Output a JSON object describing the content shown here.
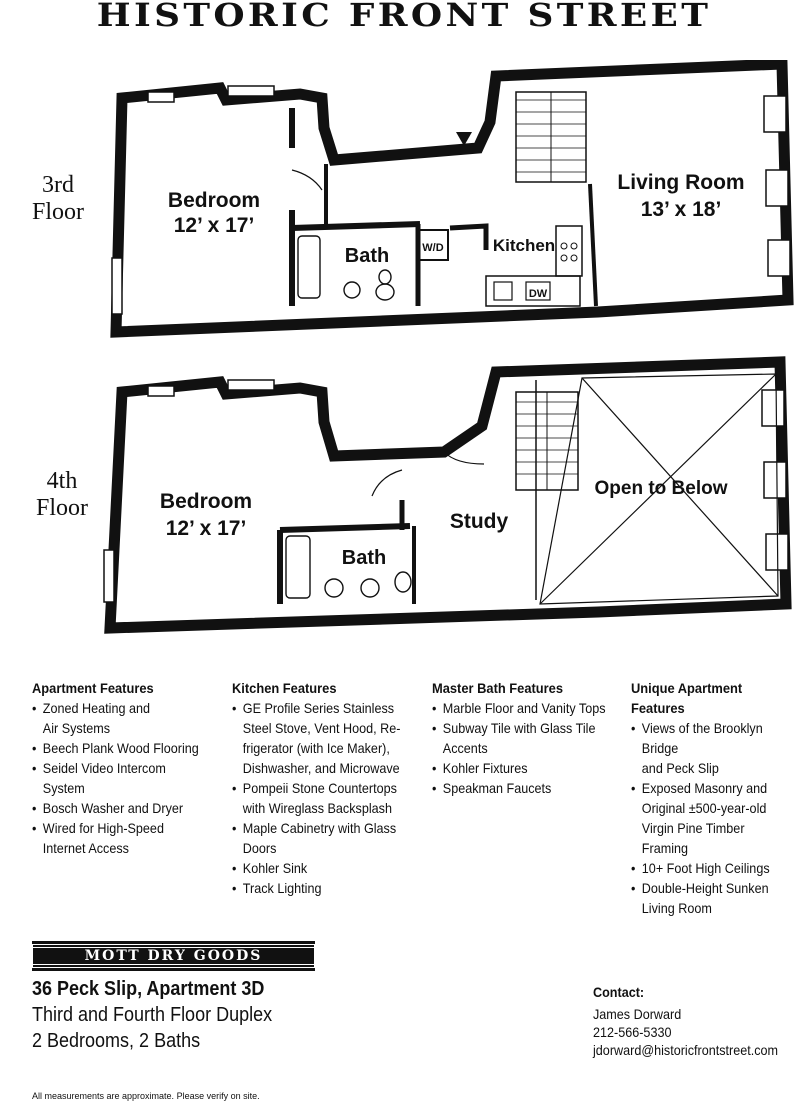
{
  "header": {
    "title": "HISTORIC FRONT STREET"
  },
  "floors": [
    {
      "label_line1": "3rd",
      "label_line2": "Floor",
      "rooms": {
        "bedroom_name": "Bedroom",
        "bedroom_size": "12’ x 17’",
        "bath": "Bath",
        "wd": "W/D",
        "kitchen": "Kitchen",
        "dw": "DW",
        "living_name": "Living Room",
        "living_size": "13’ x 18’"
      }
    },
    {
      "label_line1": "4th",
      "label_line2": "Floor",
      "rooms": {
        "bedroom_name": "Bedroom",
        "bedroom_size": "12’ x 17’",
        "bath": "Bath",
        "study": "Study",
        "open": "Open to Below"
      }
    }
  ],
  "features": [
    {
      "heading": "Apartment Features",
      "items": [
        [
          "Zoned Heating and",
          "Air Systems"
        ],
        [
          "Beech Plank Wood Flooring"
        ],
        [
          "Seidel Video Intercom",
          "System"
        ],
        [
          "Bosch Washer and Dryer"
        ],
        [
          "Wired for High-Speed",
          "Internet Access"
        ]
      ]
    },
    {
      "heading": "Kitchen Features",
      "items": [
        [
          "GE Profile Series Stainless",
          "Steel Stove, Vent Hood, Re-",
          "frigerator (with Ice Maker),",
          "Dishwasher, and Microwave"
        ],
        [
          "Pompeii Stone Countertops",
          "with Wireglass Backsplash"
        ],
        [
          "Maple Cabinetry with Glass",
          "Doors"
        ],
        [
          "Kohler Sink"
        ],
        [
          "Track Lighting"
        ]
      ]
    },
    {
      "heading": "Master Bath Features",
      "items": [
        [
          "Marble Floor and Vanity Tops"
        ],
        [
          "Subway Tile with Glass Tile",
          "Accents"
        ],
        [
          "Kohler Fixtures"
        ],
        [
          "Speakman Faucets"
        ]
      ]
    },
    {
      "heading": "Unique Apartment Features",
      "items": [
        [
          "Views of the Brooklyn Bridge",
          "and Peck Slip"
        ],
        [
          "Exposed Masonry and",
          "Original ±500-year-old",
          "Virgin Pine Timber Framing"
        ],
        [
          "10+ Foot High Ceilings"
        ],
        [
          "Double-Height Sunken",
          "Living Room"
        ]
      ]
    }
  ],
  "brand": "MOTT DRY GOODS",
  "listing": {
    "address": "36 Peck Slip, Apartment 3D",
    "type": "Third and Fourth Floor Duplex",
    "rooms": "2 Bedrooms, 2 Baths"
  },
  "contact": {
    "heading": "Contact:",
    "name": "James Dorward",
    "phone": "212-566-5330",
    "email": "jdorward@historicfrontstreet.com"
  },
  "disclaimer": "All measurements are approximate. Please verify on site."
}
